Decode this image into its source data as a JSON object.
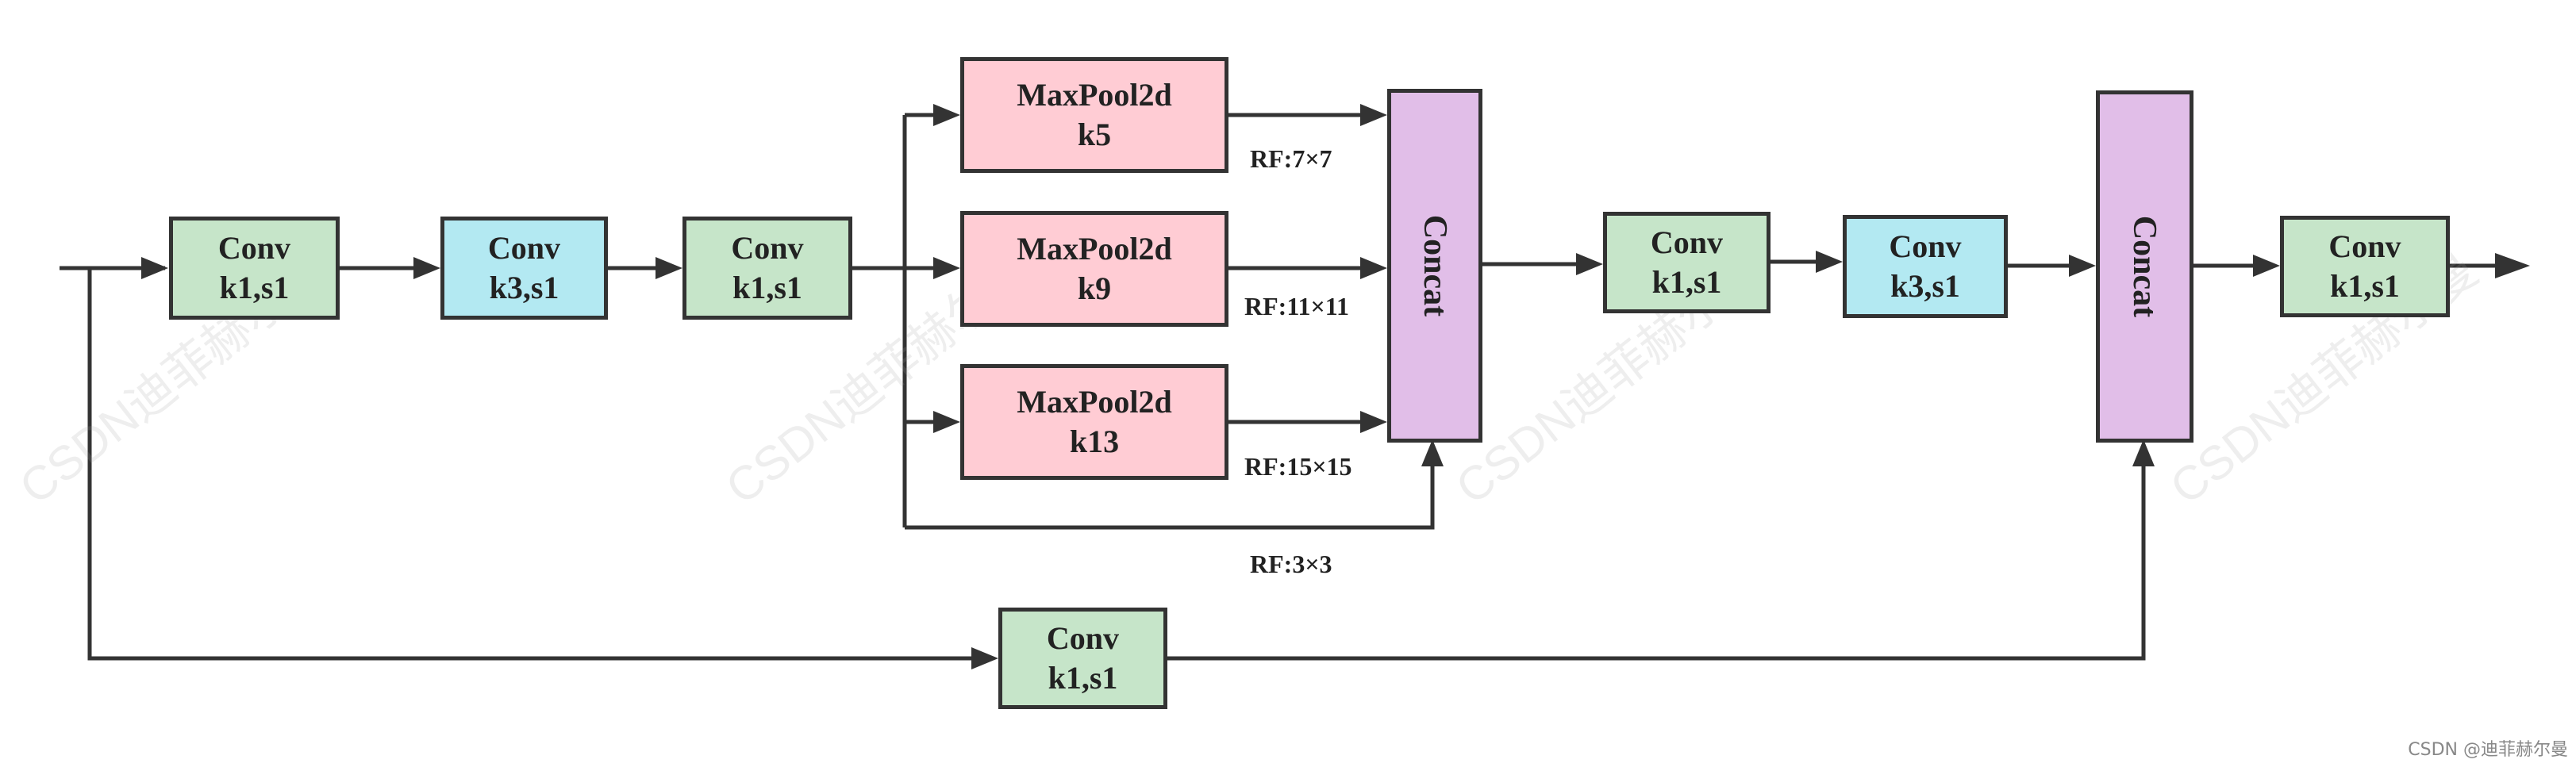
{
  "colors": {
    "conv_k1": "#c6e5c9",
    "conv_k3": "#b3e9f2",
    "maxpool": "#ffccd4",
    "concat": "#e1bee8",
    "line": "#333333"
  },
  "blocks": {
    "conv_in": {
      "line1": "Conv",
      "line2": "k1,s1"
    },
    "conv_mid_k3": {
      "line1": "Conv",
      "line2": "k3,s1"
    },
    "conv_pre_pool": {
      "line1": "Conv",
      "line2": "k1,s1"
    },
    "maxpool_k5": {
      "line1": "MaxPool2d",
      "line2": "k5"
    },
    "maxpool_k9": {
      "line1": "MaxPool2d",
      "line2": "k9"
    },
    "maxpool_k13": {
      "line1": "MaxPool2d",
      "line2": "k13"
    },
    "concat_1": {
      "label": "Concat"
    },
    "conv_post_concat": {
      "line1": "Conv",
      "line2": "k1,s1"
    },
    "conv_post_k3": {
      "line1": "Conv",
      "line2": "k3,s1"
    },
    "concat_2": {
      "label": "Concat"
    },
    "conv_out": {
      "line1": "Conv",
      "line2": "k1,s1"
    },
    "conv_shortcut": {
      "line1": "Conv",
      "line2": "k1,s1"
    }
  },
  "receptive_fields": {
    "k5": "RF:7×7",
    "k9": "RF:11×11",
    "k13": "RF:15×15",
    "identity": "RF:3×3"
  },
  "watermark": "CSDN迪菲赫尔曼",
  "credit": "CSDN @迪菲赫尔曼"
}
